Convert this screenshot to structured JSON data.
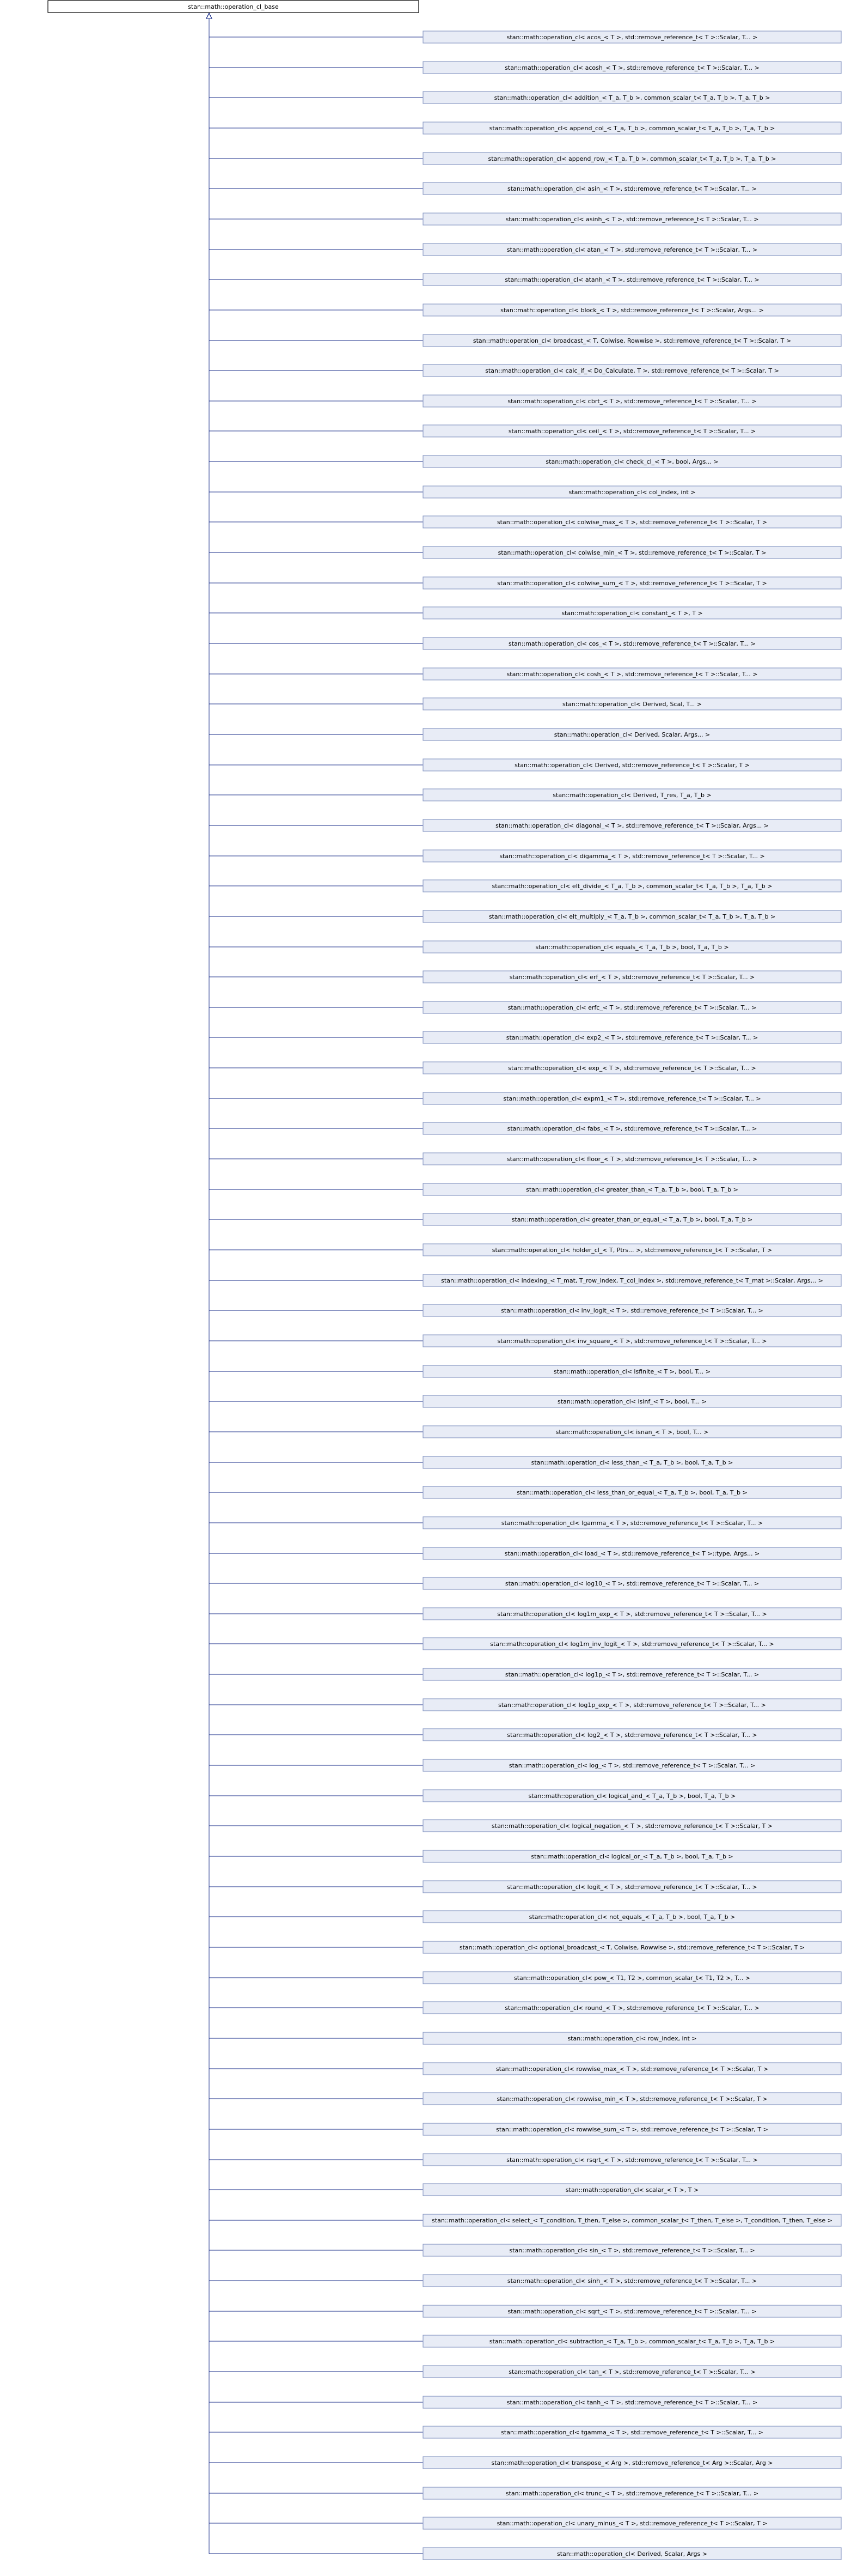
{
  "base_class": "stan::math::operation_cl_base",
  "derived_classes": [
    "stan::math::operation_cl< acos_< T >, std::remove_reference_t< T >::Scalar, T... >",
    "stan::math::operation_cl< acosh_< T >, std::remove_reference_t< T >::Scalar, T... >",
    "stan::math::operation_cl< addition_< T_a, T_b >, common_scalar_t< T_a, T_b >, T_a, T_b >",
    "stan::math::operation_cl< append_col_< T_a, T_b >, common_scalar_t< T_a, T_b >, T_a, T_b >",
    "stan::math::operation_cl< append_row_< T_a, T_b >, common_scalar_t< T_a, T_b >, T_a, T_b >",
    "stan::math::operation_cl< asin_< T >, std::remove_reference_t< T >::Scalar, T... >",
    "stan::math::operation_cl< asinh_< T >, std::remove_reference_t< T >::Scalar, T... >",
    "stan::math::operation_cl< atan_< T >, std::remove_reference_t< T >::Scalar, T... >",
    "stan::math::operation_cl< atanh_< T >, std::remove_reference_t< T >::Scalar, T... >",
    "stan::math::operation_cl< block_< T >, std::remove_reference_t< T >::Scalar, Args... >",
    "stan::math::operation_cl< broadcast_< T, Colwise, Rowwise >, std::remove_reference_t< T >::Scalar, T >",
    "stan::math::operation_cl< calc_if_< Do_Calculate, T >, std::remove_reference_t< T >::Scalar, T >",
    "stan::math::operation_cl< cbrt_< T >, std::remove_reference_t< T >::Scalar, T... >",
    "stan::math::operation_cl< ceil_< T >, std::remove_reference_t< T >::Scalar, T... >",
    "stan::math::operation_cl< check_cl_< T >, bool, Args... >",
    "stan::math::operation_cl< col_index, int >",
    "stan::math::operation_cl< colwise_max_< T >, std::remove_reference_t< T >::Scalar, T >",
    "stan::math::operation_cl< colwise_min_< T >, std::remove_reference_t< T >::Scalar, T >",
    "stan::math::operation_cl< colwise_sum_< T >, std::remove_reference_t< T >::Scalar, T >",
    "stan::math::operation_cl< constant_< T >, T >",
    "stan::math::operation_cl< cos_< T >, std::remove_reference_t< T >::Scalar, T... >",
    "stan::math::operation_cl< cosh_< T >, std::remove_reference_t< T >::Scalar, T... >",
    "stan::math::operation_cl< Derived, Scal, T... >",
    "stan::math::operation_cl< Derived, Scalar, Args... >",
    "stan::math::operation_cl< Derived, std::remove_reference_t< T >::Scalar, T >",
    "stan::math::operation_cl< Derived, T_res, T_a, T_b >",
    "stan::math::operation_cl< diagonal_< T >, std::remove_reference_t< T >::Scalar, Args... >",
    "stan::math::operation_cl< digamma_< T >, std::remove_reference_t< T >::Scalar, T... >",
    "stan::math::operation_cl< elt_divide_< T_a, T_b >, common_scalar_t< T_a, T_b >, T_a, T_b >",
    "stan::math::operation_cl< elt_multiply_< T_a, T_b >, common_scalar_t< T_a, T_b >, T_a, T_b >",
    "stan::math::operation_cl< equals_< T_a, T_b >, bool, T_a, T_b >",
    "stan::math::operation_cl< erf_< T >, std::remove_reference_t< T >::Scalar, T... >",
    "stan::math::operation_cl< erfc_< T >, std::remove_reference_t< T >::Scalar, T... >",
    "stan::math::operation_cl< exp2_< T >, std::remove_reference_t< T >::Scalar, T... >",
    "stan::math::operation_cl< exp_< T >, std::remove_reference_t< T >::Scalar, T... >",
    "stan::math::operation_cl< expm1_< T >, std::remove_reference_t< T >::Scalar, T... >",
    "stan::math::operation_cl< fabs_< T >, std::remove_reference_t< T >::Scalar, T... >",
    "stan::math::operation_cl< floor_< T >, std::remove_reference_t< T >::Scalar, T... >",
    "stan::math::operation_cl< greater_than_< T_a, T_b >, bool, T_a, T_b >",
    "stan::math::operation_cl< greater_than_or_equal_< T_a, T_b >, bool, T_a, T_b >",
    "stan::math::operation_cl< holder_cl_< T, Ptrs... >, std::remove_reference_t< T >::Scalar, T >",
    "stan::math::operation_cl< indexing_< T_mat, T_row_index, T_col_index >, std::remove_reference_t< T_mat >::Scalar, Args... >",
    "stan::math::operation_cl< inv_logit_< T >, std::remove_reference_t< T >::Scalar, T... >",
    "stan::math::operation_cl< inv_square_< T >, std::remove_reference_t< T >::Scalar, T... >",
    "stan::math::operation_cl< isfinite_< T >, bool, T... >",
    "stan::math::operation_cl< isinf_< T >, bool, T... >",
    "stan::math::operation_cl< isnan_< T >, bool, T... >",
    "stan::math::operation_cl< less_than_< T_a, T_b >, bool, T_a, T_b >",
    "stan::math::operation_cl< less_than_or_equal_< T_a, T_b >, bool, T_a, T_b >",
    "stan::math::operation_cl< lgamma_< T >, std::remove_reference_t< T >::Scalar, T... >",
    "stan::math::operation_cl< load_< T >, std::remove_reference_t< T >::type, Args... >",
    "stan::math::operation_cl< log10_< T >, std::remove_reference_t< T >::Scalar, T... >",
    "stan::math::operation_cl< log1m_exp_< T >, std::remove_reference_t< T >::Scalar, T... >",
    "stan::math::operation_cl< log1m_inv_logit_< T >, std::remove_reference_t< T >::Scalar, T... >",
    "stan::math::operation_cl< log1p_< T >, std::remove_reference_t< T >::Scalar, T... >",
    "stan::math::operation_cl< log1p_exp_< T >, std::remove_reference_t< T >::Scalar, T... >",
    "stan::math::operation_cl< log2_< T >, std::remove_reference_t< T >::Scalar, T... >",
    "stan::math::operation_cl< log_< T >, std::remove_reference_t< T >::Scalar, T... >",
    "stan::math::operation_cl< logical_and_< T_a, T_b >, bool, T_a, T_b >",
    "stan::math::operation_cl< logical_negation_< T >, std::remove_reference_t< T >::Scalar, T >",
    "stan::math::operation_cl< logical_or_< T_a, T_b >, bool, T_a, T_b >",
    "stan::math::operation_cl< logit_< T >, std::remove_reference_t< T >::Scalar, T... >",
    "stan::math::operation_cl< not_equals_< T_a, T_b >, bool, T_a, T_b >",
    "stan::math::operation_cl< optional_broadcast_< T, Colwise, Rowwise >, std::remove_reference_t< T >::Scalar, T >",
    "stan::math::operation_cl< pow_< T1, T2 >, common_scalar_t< T1, T2 >, T... >",
    "stan::math::operation_cl< round_< T >, std::remove_reference_t< T >::Scalar, T... >",
    "stan::math::operation_cl< row_index, int >",
    "stan::math::operation_cl< rowwise_max_< T >, std::remove_reference_t< T >::Scalar, T >",
    "stan::math::operation_cl< rowwise_min_< T >, std::remove_reference_t< T >::Scalar, T >",
    "stan::math::operation_cl< rowwise_sum_< T >, std::remove_reference_t< T >::Scalar, T >",
    "stan::math::operation_cl< rsqrt_< T >, std::remove_reference_t< T >::Scalar, T... >",
    "stan::math::operation_cl< scalar_< T >, T >",
    "stan::math::operation_cl< select_< T_condition, T_then, T_else >, common_scalar_t< T_then, T_else >, T_condition, T_then, T_else >",
    "stan::math::operation_cl< sin_< T >, std::remove_reference_t< T >::Scalar, T... >",
    "stan::math::operation_cl< sinh_< T >, std::remove_reference_t< T >::Scalar, T... >",
    "stan::math::operation_cl< sqrt_< T >, std::remove_reference_t< T >::Scalar, T... >",
    "stan::math::operation_cl< subtraction_< T_a, T_b >, common_scalar_t< T_a, T_b >, T_a, T_b >",
    "stan::math::operation_cl< tan_< T >, std::remove_reference_t< T >::Scalar, T... >",
    "stan::math::operation_cl< tanh_< T >, std::remove_reference_t< T >::Scalar, T... >",
    "stan::math::operation_cl< tgamma_< T >, std::remove_reference_t< T >::Scalar, T... >",
    "stan::math::operation_cl< transpose_< Arg >, std::remove_reference_t< Arg >::Scalar, Arg >",
    "stan::math::operation_cl< trunc_< T >, std::remove_reference_t< T >::Scalar, T... >",
    "stan::math::operation_cl< unary_minus_< T >, std::remove_reference_t< T >::Scalar, T >",
    "stan::math::operation_cl< Derived, Scalar, Args >"
  ],
  "colors": {
    "node_fill": "#e8ecf6",
    "node_border": "#8b9bc5",
    "edge": "#1a2e8a",
    "base_border": "#000000"
  }
}
